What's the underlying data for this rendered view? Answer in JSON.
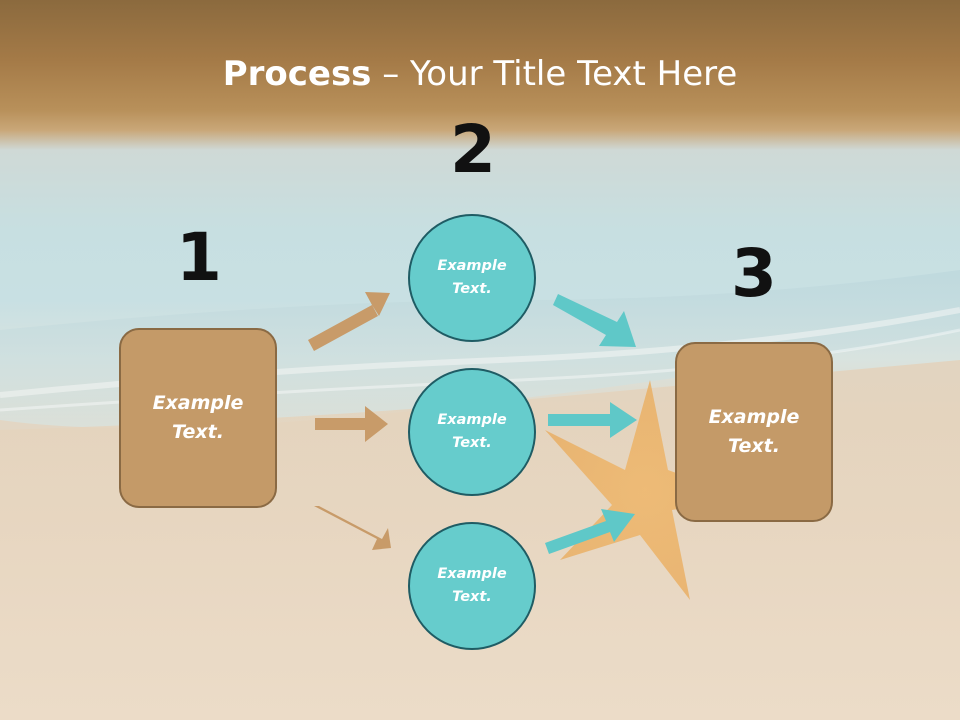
{
  "title": {
    "bold": "Process",
    "rest": " – Your Title Text Here"
  },
  "steps": [
    {
      "number": "1",
      "text": "Example\nText."
    },
    {
      "number": "2"
    },
    {
      "number": "3",
      "text": "Example\nText."
    }
  ],
  "circles": [
    {
      "text": "Example\nText."
    },
    {
      "text": "Example\nText."
    },
    {
      "text": "Example\nText."
    }
  ],
  "colors": {
    "box_fill": "#c49a68",
    "circle_fill": "#66cccc",
    "tan_arrow": "#c89b69",
    "teal_arrow": "#5fc8c8"
  }
}
